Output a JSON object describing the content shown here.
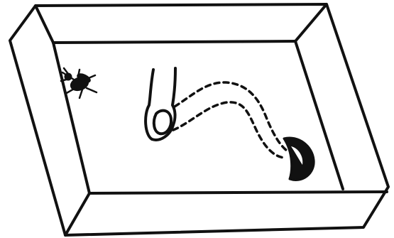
{
  "illustration": {
    "colors": {
      "ink": "#111111",
      "paper": "#ffffff"
    },
    "elements": [
      "open-box",
      "insect-silhouette",
      "fingertip",
      "dashed-trail",
      "dark-half-disc"
    ]
  }
}
